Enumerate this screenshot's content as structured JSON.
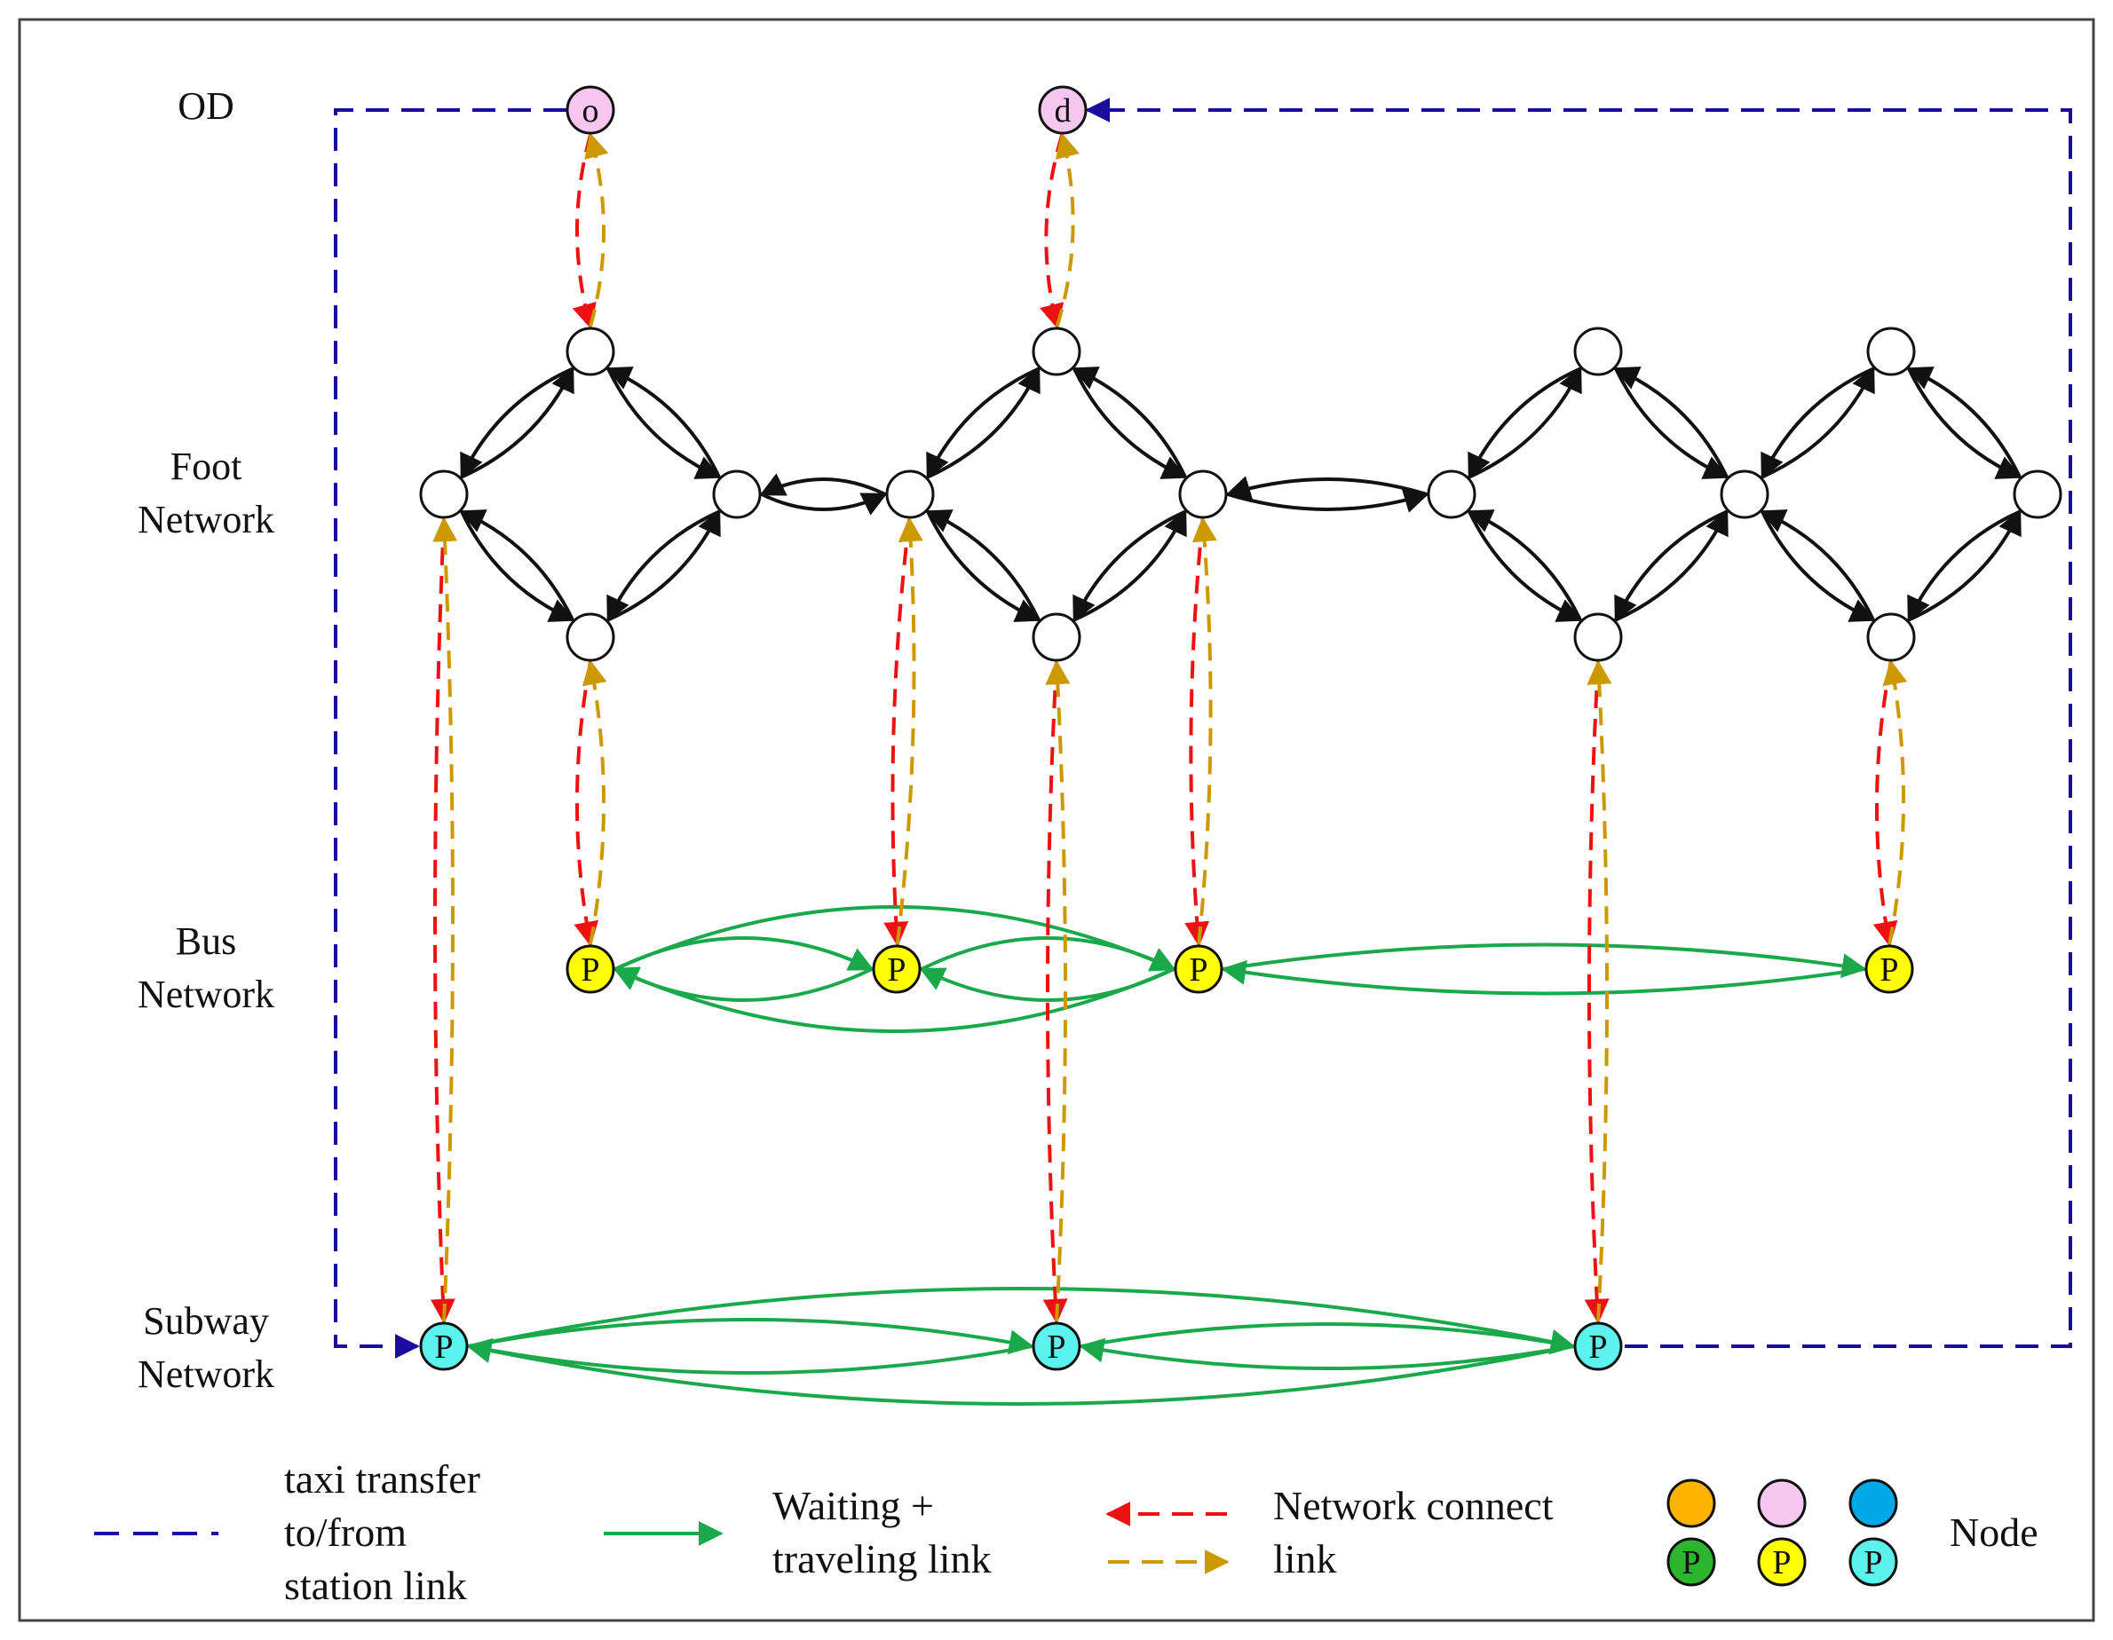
{
  "layers": {
    "od": "OD",
    "foot": [
      "Foot",
      "Network"
    ],
    "bus": [
      "Bus",
      "Network"
    ],
    "subway": [
      "Subway",
      "Network"
    ]
  },
  "od_nodes": {
    "origin": "o",
    "destination": "d"
  },
  "station_letter": "P",
  "legend": {
    "taxi": [
      "taxi transfer",
      "to/from",
      "station link"
    ],
    "waiting": [
      "Waiting +",
      "traveling link"
    ],
    "connect": [
      "Network connect",
      "link"
    ],
    "node": "Node"
  },
  "colors": {
    "taxi": "#1a0d9e",
    "transit": "#1aa84b",
    "connect_down": "#ee1111",
    "connect_up": "#cc9900",
    "foot_link": "#111111",
    "od_fill": "#f7c7f0",
    "bus_fill": "#ffff00",
    "subway_fill": "#5cf2ee",
    "legend_orange": "#ffb300",
    "legend_pink": "#f7c7f0",
    "legend_blue": "#00a8e8",
    "legend_green": "#2db52d",
    "legend_yellow": "#ffff00",
    "legend_cyan": "#5cf2ee"
  }
}
